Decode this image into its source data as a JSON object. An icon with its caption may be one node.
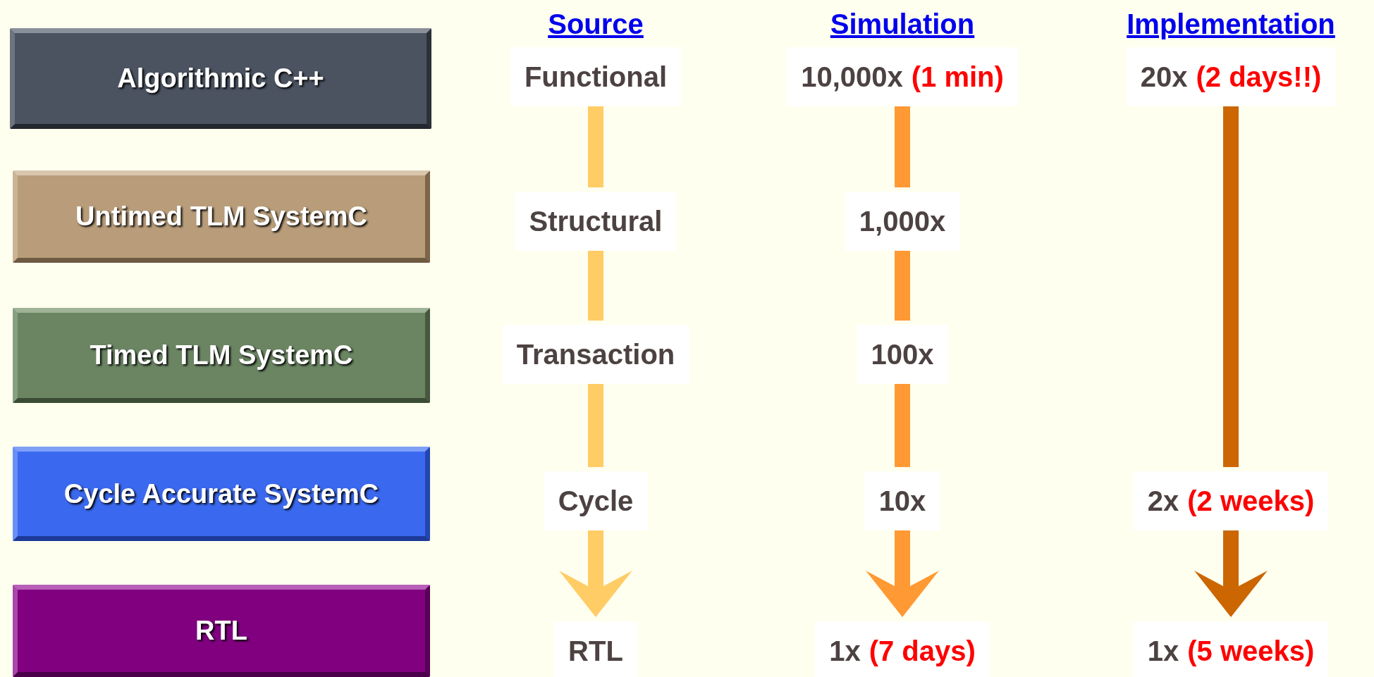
{
  "diagram": {
    "nodes": [
      {
        "text": [
          "Algorithmic C++"
        ]
      },
      {
        "text": [
          "Untimed TLM SystemC"
        ]
      },
      {
        "text": [
          "Timed TLM SystemC"
        ]
      },
      {
        "text": [
          "Cycle Accurate SystemC"
        ]
      },
      {
        "text": [
          "RTL"
        ]
      },
      {
        "text": [
          "Functional"
        ]
      },
      {
        "text": [
          "Structural"
        ]
      },
      {
        "text": [
          "Transaction"
        ]
      },
      {
        "text": [
          "Cycle"
        ]
      },
      {
        "text": [
          "RTL"
        ]
      },
      {
        "text": [
          "10,000x",
          "(1 min)"
        ]
      },
      {
        "text": [
          "1,000x"
        ]
      },
      {
        "text": [
          "100x"
        ]
      },
      {
        "text": [
          "10x"
        ]
      },
      {
        "text": [
          "1x",
          "(7 days)"
        ]
      },
      {
        "text": [
          "20x",
          "(2 days!!)"
        ]
      },
      {
        "text": [
          "2x",
          "(2 weeks)"
        ]
      },
      {
        "text": [
          "1x",
          "(5 weeks)"
        ]
      }
    ],
    "edges": [
      {
        "from": 5,
        "to": 6,
        "arrow": "none",
        "color": "#ffcc66"
      },
      {
        "from": 6,
        "to": 7,
        "arrow": "none",
        "color": "#ffcc66"
      },
      {
        "from": 7,
        "to": 8,
        "arrow": "none",
        "color": "#ffcc66"
      },
      {
        "from": 8,
        "to": 9,
        "arrow": "to",
        "color": "#ffcc66"
      },
      {
        "from": 10,
        "to": 11,
        "arrow": "none",
        "color": "#ff9933"
      },
      {
        "from": 11,
        "to": 12,
        "arrow": "none",
        "color": "#ff9933"
      },
      {
        "from": 12,
        "to": 13,
        "arrow": "none",
        "color": "#ff9933"
      },
      {
        "from": 13,
        "to": 14,
        "arrow": "to",
        "color": "#ff9933"
      },
      {
        "from": 15,
        "to": 16,
        "arrow": "none",
        "color": "#cc6600"
      },
      {
        "from": 16,
        "to": 17,
        "arrow": "to",
        "color": "#cc6600"
      }
    ],
    "labels": [
      "Source",
      "Simulation",
      "Implementation"
    ]
  }
}
